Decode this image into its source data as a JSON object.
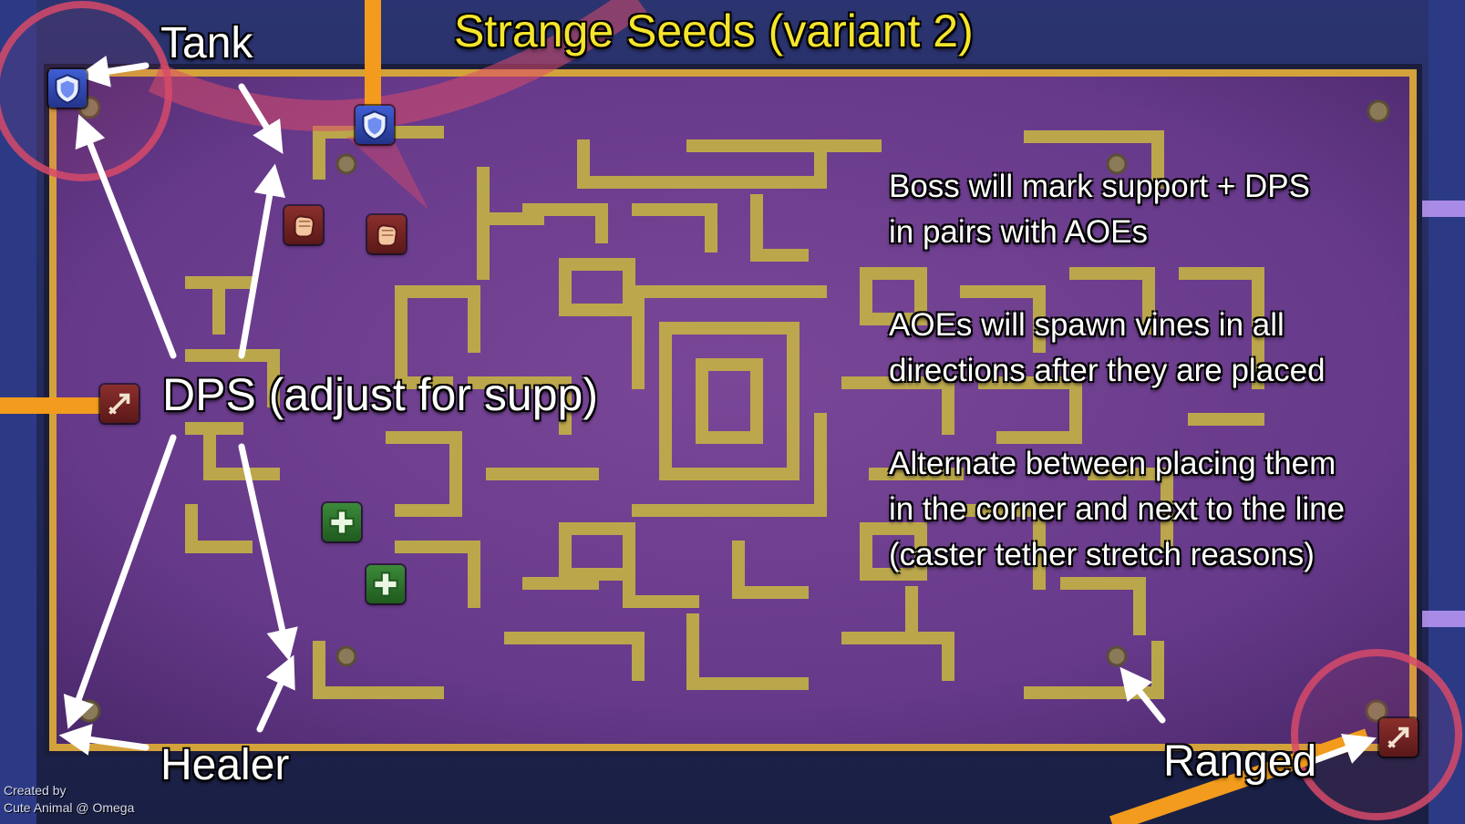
{
  "title": "Strange Seeds (variant 2)",
  "role_labels": {
    "tank": "Tank",
    "dps": "DPS (adjust for supp)",
    "healer": "Healer",
    "ranged": "Ranged"
  },
  "notes": {
    "mark_line1": "Boss will mark support + DPS",
    "mark_line2": "in pairs with AOEs",
    "vines_line1": "AOEs will spawn vines in all",
    "vines_line2": "directions after they are placed",
    "alt_line1": "Alternate between placing them",
    "alt_line2": "in the corner and next to the line",
    "alt_line3": "(caster tether stretch reasons)"
  },
  "credit": {
    "line1": "Created by",
    "line2": "Cute Animal @ Omega"
  },
  "colors": {
    "floor": "#6f3f8f",
    "maze_lines": "#c2b046",
    "border": "#d4a23b",
    "arrow": "#ffffff",
    "tether": "#f29b1c",
    "danger_ring": "#d84a6a",
    "title": "#f5e52b"
  },
  "icons": {
    "tank": "shield-icon",
    "melee": "fist-icon",
    "healer": "cross-icon",
    "ranged": "arrow-icon"
  }
}
